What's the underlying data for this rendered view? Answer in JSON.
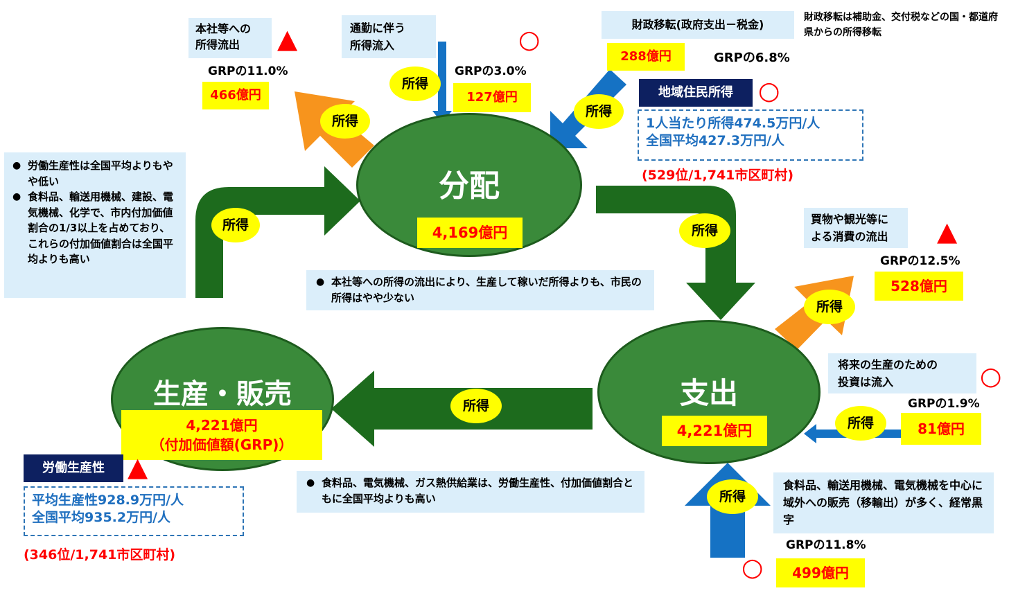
{
  "nodes": {
    "distribution": {
      "title": "分配",
      "value": "4,169億円"
    },
    "production": {
      "title": "生産・販売",
      "value_line1": "4,221億円",
      "value_line2": "（付加価値額(GRP)）"
    },
    "expenditure": {
      "title": "支出",
      "value": "4,221億円"
    }
  },
  "flow_label": "所得",
  "outflow_hq": {
    "label": "本社等への\n所得流出",
    "grp": "GRPの11.0%",
    "amount": "466億円",
    "mark": "▲"
  },
  "commute_inflow": {
    "label": "通勤に伴う\n所得流入",
    "grp": "GRPの3.0%",
    "amount": "127億円",
    "mark": "○"
  },
  "fiscal_transfer": {
    "label": "財政移転(政府支出－税金)",
    "note": "財政移転は補助金、交付税などの国・都道府県からの所得移転",
    "amount": "288億円",
    "grp": "GRPの6.8%"
  },
  "resident_income": {
    "title": "地域住民所得",
    "mark": "○",
    "line1": "1人当たり所得474.5万円/人",
    "line2": "全国平均427.3万円/人",
    "rank": "(529位/1,741市区町村)"
  },
  "productivity_notes": [
    "労働生産性は全国平均よりもやや低い",
    "食料品、輸送用機械、建設、電気機械、化学で、市内付加価値割合の1/3以上を占めており、これらの付加価値割合は全国平均よりも高い"
  ],
  "center_note": "本社等への所得の流出により、生産して稼いだ所得よりも、市民の所得はやや少ない",
  "consumption_outflow": {
    "label": "買物や観光等に\nよる消費の流出",
    "mark": "▲",
    "grp": "GRPの12.5%",
    "amount": "528億円"
  },
  "investment_inflow": {
    "label": "将来の生産のための\n投資は流入",
    "mark": "○",
    "grp": "GRPの1.9%",
    "amount": "81億円"
  },
  "exports": {
    "label": "食料品、輸送用機械、電気機械を中心に域外への販売（移輸出）が多く、経常黒字",
    "grp": "GRPの11.8%",
    "amount": "499億円",
    "mark": "○"
  },
  "labor_productivity": {
    "title": "労働生産性",
    "mark": "▲",
    "line1": "平均生産性928.9万円/人",
    "line2": "全国平均935.2万円/人",
    "rank": "(346位/1,741市区町村)"
  },
  "bottom_note": "食料品、電気機械、ガス熱供給業は、労働生産性、付加価値割合ともに全国平均よりも高い",
  "colors": {
    "green": "#3a8a3a",
    "dark_green": "#1d6b1d",
    "orange": "#f7941d",
    "blue": "#1572c4",
    "yellow": "#ffff00",
    "red": "#ff0000",
    "navy": "#0d2060",
    "light_blue": "#dbeefa"
  }
}
